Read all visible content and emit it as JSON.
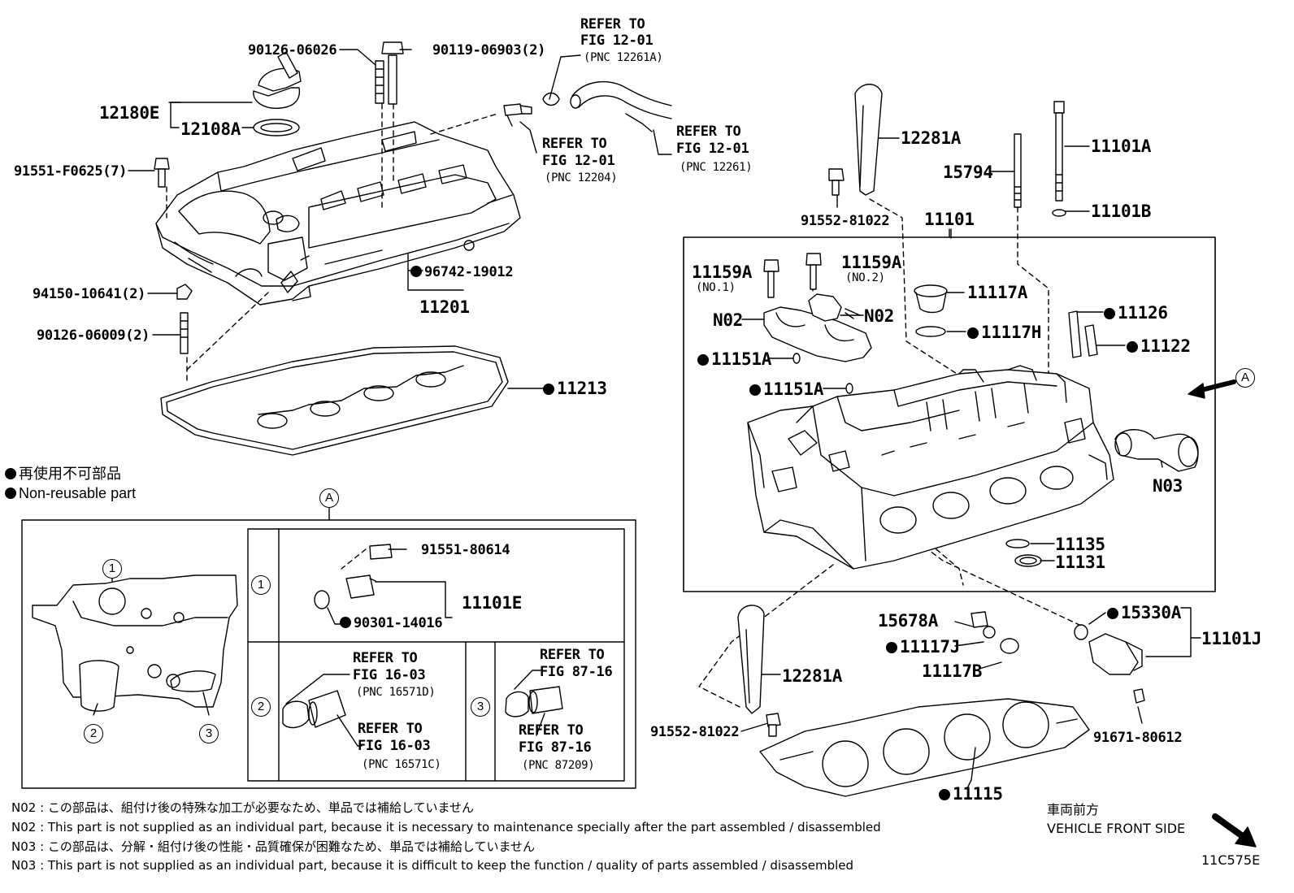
{
  "legend": {
    "non_reusable_jp": "再使用不可部品",
    "non_reusable_en": "Non-reusable part"
  },
  "footer": {
    "n02_jp": "N02 : この部品は、組付け後の特殊な加工が必要なため、単品では補給していません",
    "n02_en": "N02 : This part is not supplied as an individual part, because it is necessary to maintenance specially after the part assembled / disassembled",
    "n03_jp": "N03 : この部品は、分解・組付け後の性能・品質確保が困難なため、単品では補給していません",
    "n03_en": "N03 : This part is not supplied as an individual part, because it is difficult to keep the function / quality of parts  assembled / disassembled",
    "front_jp": "車両前方",
    "front_en": "VEHICLE FRONT SIDE",
    "figure_id": "11C575E"
  },
  "refs": {
    "refer_to": "REFER TO",
    "fig_12_01": "FIG 12-01",
    "fig_16_03": "FIG 16-03",
    "fig_87_16": "FIG 87-16",
    "pnc_12261a": "(PNC 12261A)",
    "pnc_12204": "(PNC 12204)",
    "pnc_12261": "(PNC 12261)",
    "pnc_16571d": "(PNC 16571D)",
    "pnc_16571c": "(PNC 16571C)",
    "pnc_87209": "(PNC 87209)"
  },
  "parts": {
    "p90126_06026": "90126-06026",
    "p90119_06903": "90119-06903(2)",
    "p12180E": "12180E",
    "p12108A": "12108A",
    "p91551_F0625": "91551-F0625(7)",
    "p94150_10641": "94150-10641(2)",
    "p90126_06009": "90126-06009(2)",
    "p96742_19012": "96742-19012",
    "p11201": "11201",
    "p11213": "11213",
    "p12281A": "12281A",
    "p91552_81022": "91552-81022",
    "p15794": "15794",
    "p11101A": "11101A",
    "p11101B": "11101B",
    "p11101": "11101",
    "p11159A": "11159A",
    "no1": "(NO.1)",
    "no2": "(NO.2)",
    "n02": "N02",
    "p11117A": "11117A",
    "p11117H": "11117H",
    "p11126": "11126",
    "p11122": "11122",
    "p11151A": "11151A",
    "n03": "N03",
    "p11135": "11135",
    "p11131": "11131",
    "p15678A": "15678A",
    "p11117J": "11117J",
    "p11117B": "11117B",
    "p15330A": "15330A",
    "p11101J": "11101J",
    "p91671_80612": "91671-80612",
    "p11115": "11115",
    "p91551_80614": "91551-80614",
    "p11101E": "11101E",
    "p90301_14016": "90301-14016"
  },
  "callouts": {
    "a": "A",
    "c1": "1",
    "c2": "2",
    "c3": "3"
  }
}
